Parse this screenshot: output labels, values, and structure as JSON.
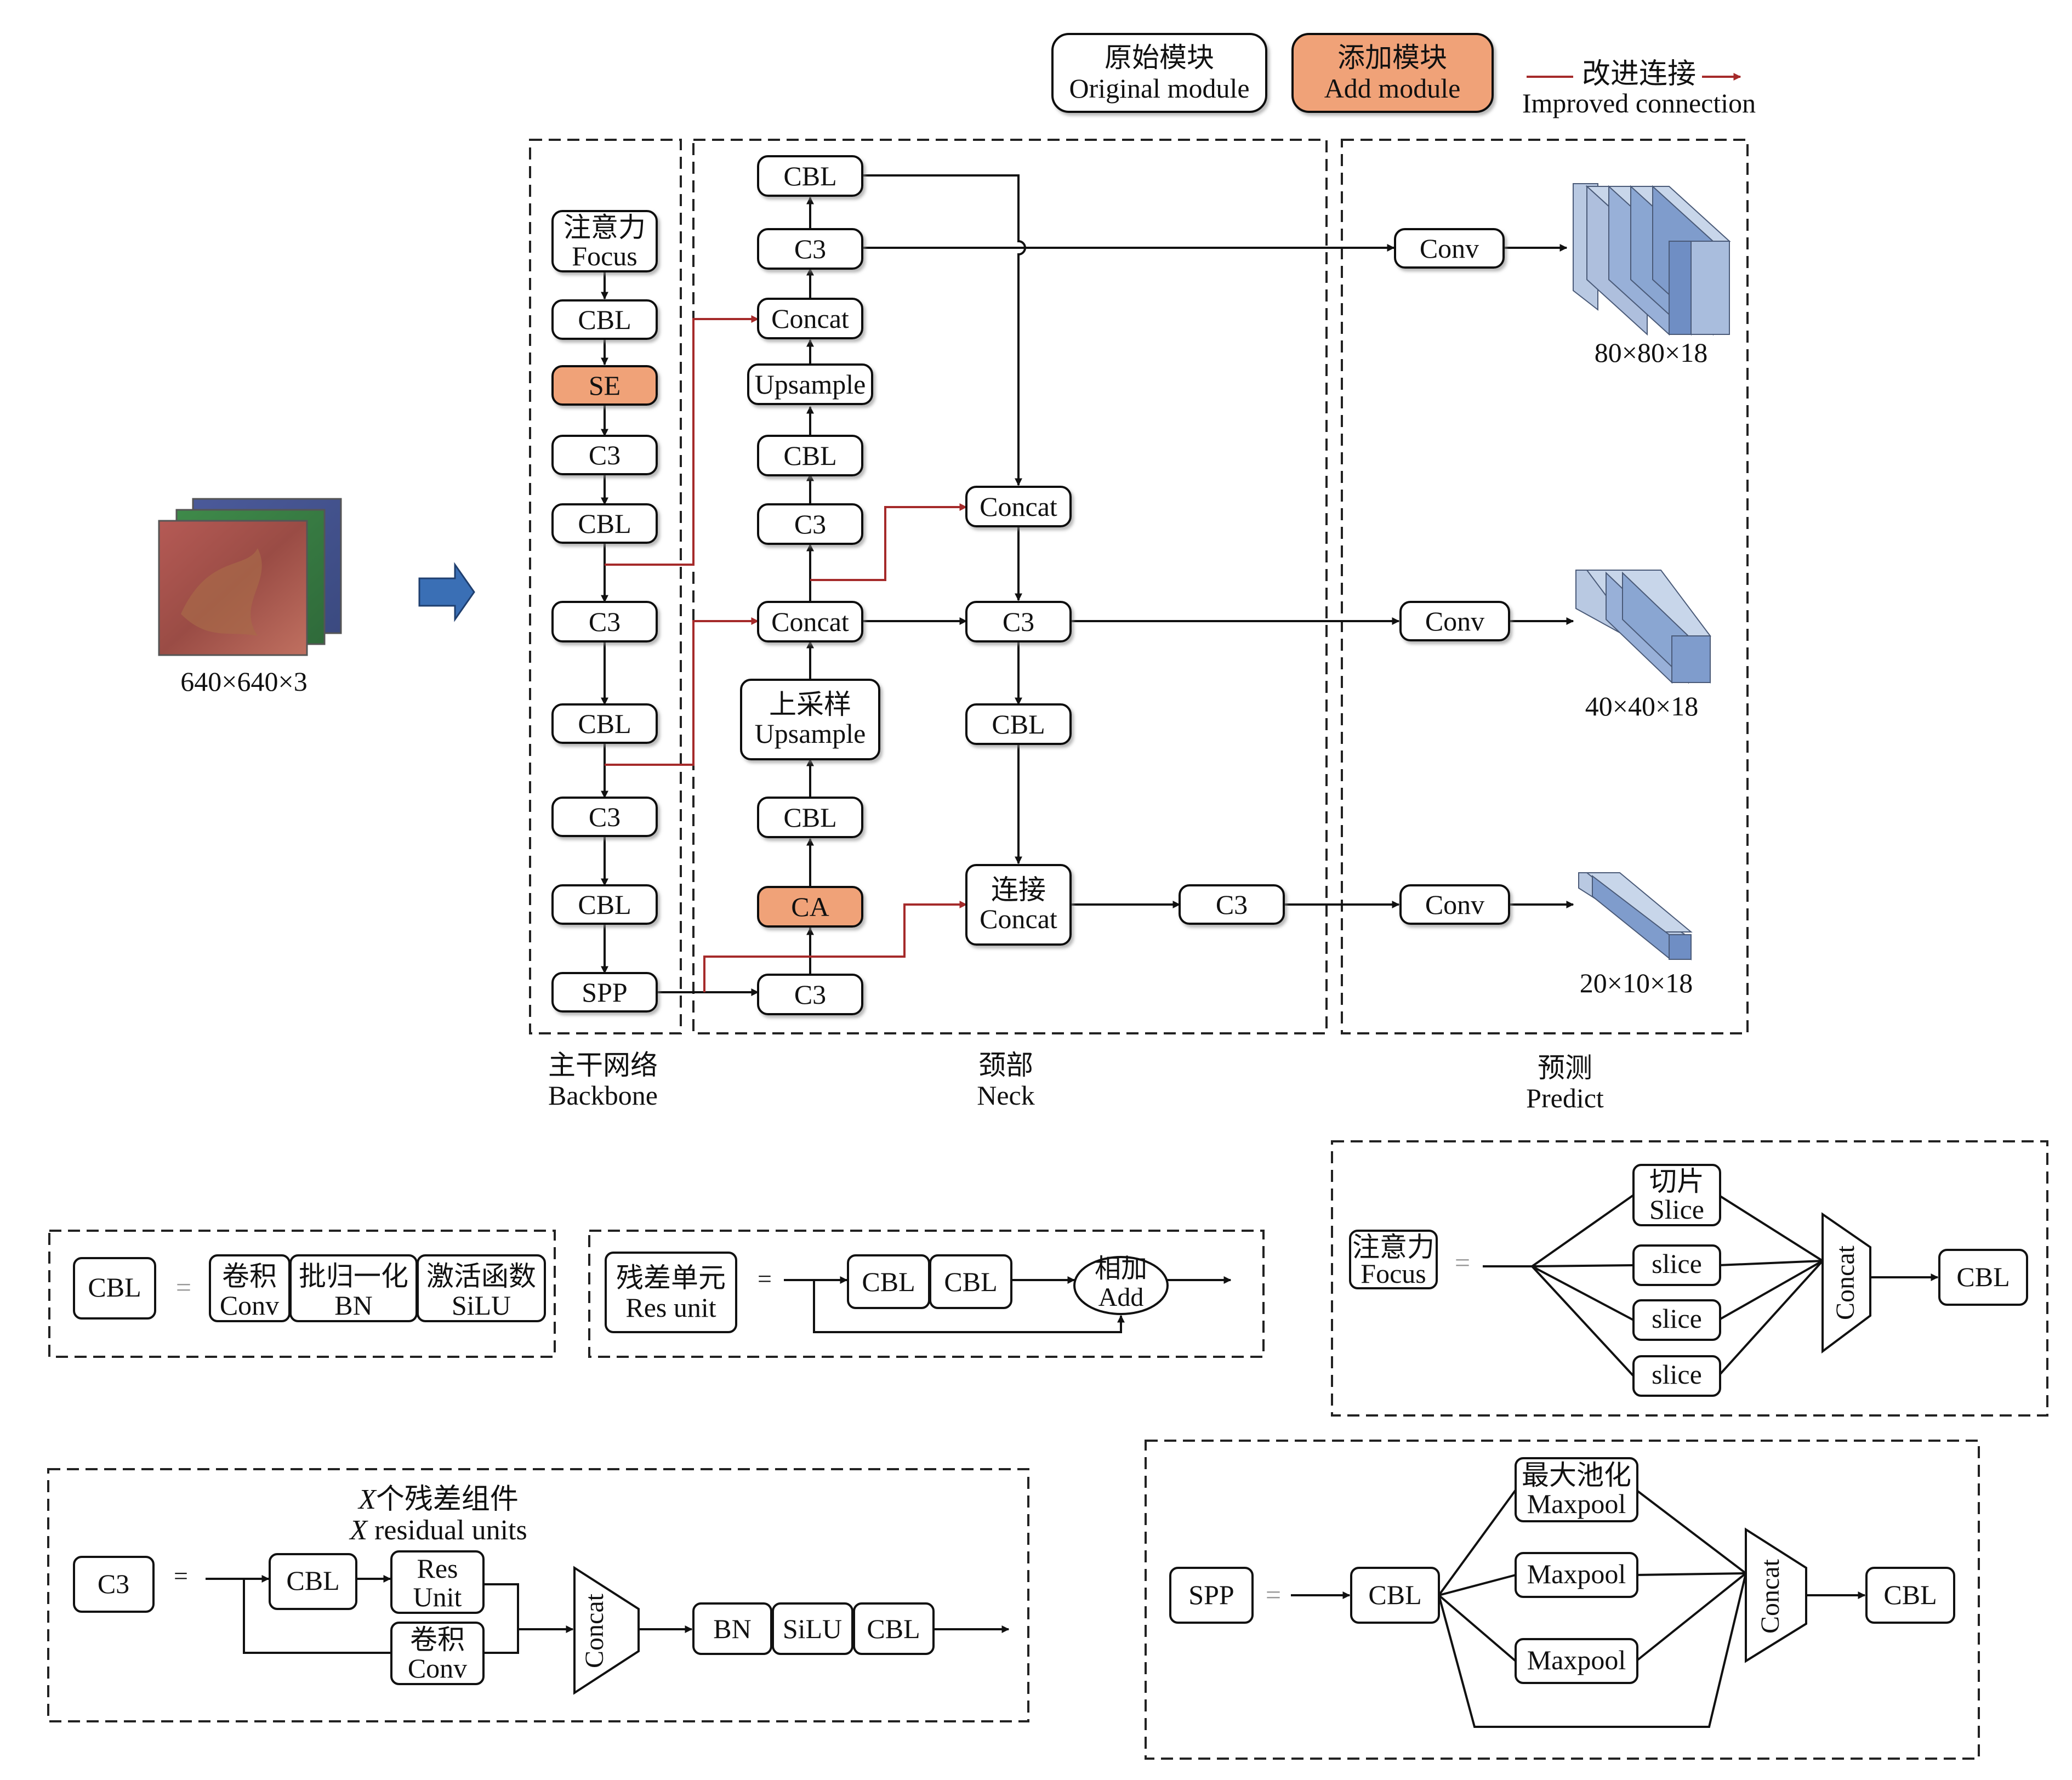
{
  "legend": {
    "original_cn": "原始模块",
    "original_en": "Original module",
    "added_cn": "添加模块",
    "added_en": "Add module",
    "improved_cn": "改进连接",
    "improved_en": "Improved connection"
  },
  "input": {
    "size_label": "640×640×3"
  },
  "backbone": {
    "label_cn": "主干网络",
    "label_en": "Backbone",
    "focus_cn": "注意力",
    "focus_en": "Focus",
    "cbl": "CBL",
    "se": "SE",
    "c3": "C3",
    "spp": "SPP"
  },
  "neck": {
    "label_cn": "颈部",
    "label_en": "Neck",
    "cbl": "CBL",
    "c3": "C3",
    "concat": "Concat",
    "upsample": "Upsample",
    "upsample_cn": "上采样",
    "ca": "CA",
    "concat_cn": "连接"
  },
  "predict": {
    "label_cn": "预测",
    "label_en": "Predict",
    "conv": "Conv",
    "out1": "80×80×18",
    "out2": "40×40×18",
    "out3": "20×10×18"
  },
  "cbl_def": {
    "name": "CBL",
    "eq": "=",
    "conv_cn": "卷积",
    "conv_en": "Conv",
    "bn_cn": "批归一化",
    "bn_en": "BN",
    "act_cn": "激活函数",
    "act_en": "SiLU"
  },
  "res_def": {
    "name_cn": "残差单元",
    "name_en": "Res unit",
    "eq": "=",
    "cbl": "CBL",
    "add_cn": "相加",
    "add_en": "Add"
  },
  "focus_def": {
    "name_cn": "注意力",
    "name_en": "Focus",
    "eq": "=",
    "slice_cn": "切片",
    "slice_en": "Slice",
    "slice": "slice",
    "concat": "Concat",
    "cbl": "CBL"
  },
  "c3_def": {
    "name": "C3",
    "eq": "=",
    "x_var": "X",
    "title_cn": "个残差组件",
    "title_en": " residual units",
    "cbl": "CBL",
    "res_l1": "Res",
    "res_l2": "Unit",
    "conv_cn": "卷积",
    "conv_en": "Conv",
    "concat": "Concat",
    "bn": "BN",
    "silu": "SiLU"
  },
  "spp_def": {
    "name": "SPP",
    "eq": "=",
    "cbl": "CBL",
    "maxpool_cn": "最大池化",
    "maxpool": "Maxpool",
    "concat": "Concat"
  },
  "colors": {
    "added_fill": "#f0a278",
    "improved_line": "#a52a2a",
    "feature_blue": "#7f9ccc",
    "arrow_blue": "#3a6fb5"
  }
}
